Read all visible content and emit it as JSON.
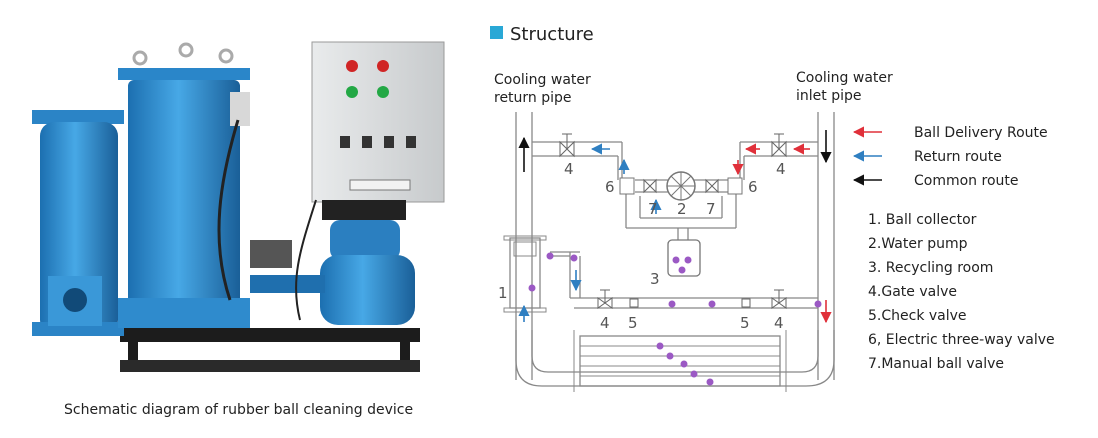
{
  "photo": {
    "caption": "Schematic diagram of rubber ball cleaning device"
  },
  "diagram": {
    "header": "Structure",
    "return_pipe_label": [
      "Cooling water",
      "return pipe"
    ],
    "inlet_pipe_label": [
      "Cooling water",
      "inlet pipe"
    ],
    "legend": [
      {
        "label": "Ball Delivery Route",
        "color": "#e0303a"
      },
      {
        "label": "Return route",
        "color": "#2f7fc1"
      },
      {
        "label": "Common route",
        "color": "#111111"
      }
    ],
    "parts": [
      "1. Ball collector",
      "2.Water pump",
      "3. Recycling room",
      "4.Gate valve",
      "5.Check valve",
      "6, Electric three-way valve",
      "7.Manual ball valve"
    ],
    "numbers": {
      "n1": "1",
      "n2": "2",
      "n3": "3",
      "n4a": "4",
      "n4b": "4",
      "n4c": "4",
      "n4d": "4",
      "n5a": "5",
      "n5b": "5",
      "n6a": "6",
      "n6b": "6",
      "n7a": "7",
      "n7b": "7"
    },
    "colors": {
      "header_square": "#29a8d6",
      "equipment_blue": "#2c8fd0",
      "panel_gray": "#d9dbdc",
      "ball_purple": "#9b59c4"
    }
  }
}
